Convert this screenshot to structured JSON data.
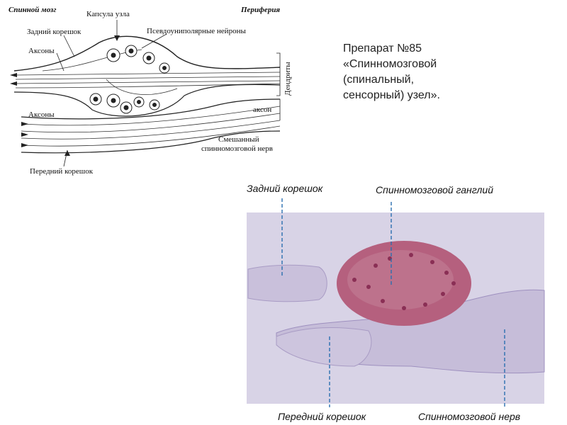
{
  "caption": {
    "line1": "Препарат №85",
    "line2": "«Спинномозговой",
    "line3": "(спинальный,",
    "line4": "сенсорный) узел»."
  },
  "scheme": {
    "spinal_cord": "Спинной мозг",
    "periphery": "Периферия",
    "capsule": "Капсула узла",
    "posterior_root": "Задний корешок",
    "pseudounipolar": "Псевдоуниполярные нейроны",
    "axons_top": "Аксоны",
    "axons_bottom": "Аксоны",
    "dendrites": "Дендриты",
    "axon_small": "аксон",
    "mixed_nerve_1": "Смешанный",
    "mixed_nerve_2": "спинномозговой нерв",
    "anterior_root": "Передний корешок"
  },
  "micro": {
    "posterior_root": "Задний корешок",
    "ganglion": "Спинномозговой ганглий",
    "anterior_root": "Передний корешок",
    "spinal_nerve": "Спинномозговой нерв"
  },
  "colors": {
    "tissue_bg": "#d8d3e6",
    "nerve": "#c9c0db",
    "ganglion": "#b5607e",
    "ganglion_dark": "#8a2f55",
    "leader_line": "#2a6fb0"
  }
}
